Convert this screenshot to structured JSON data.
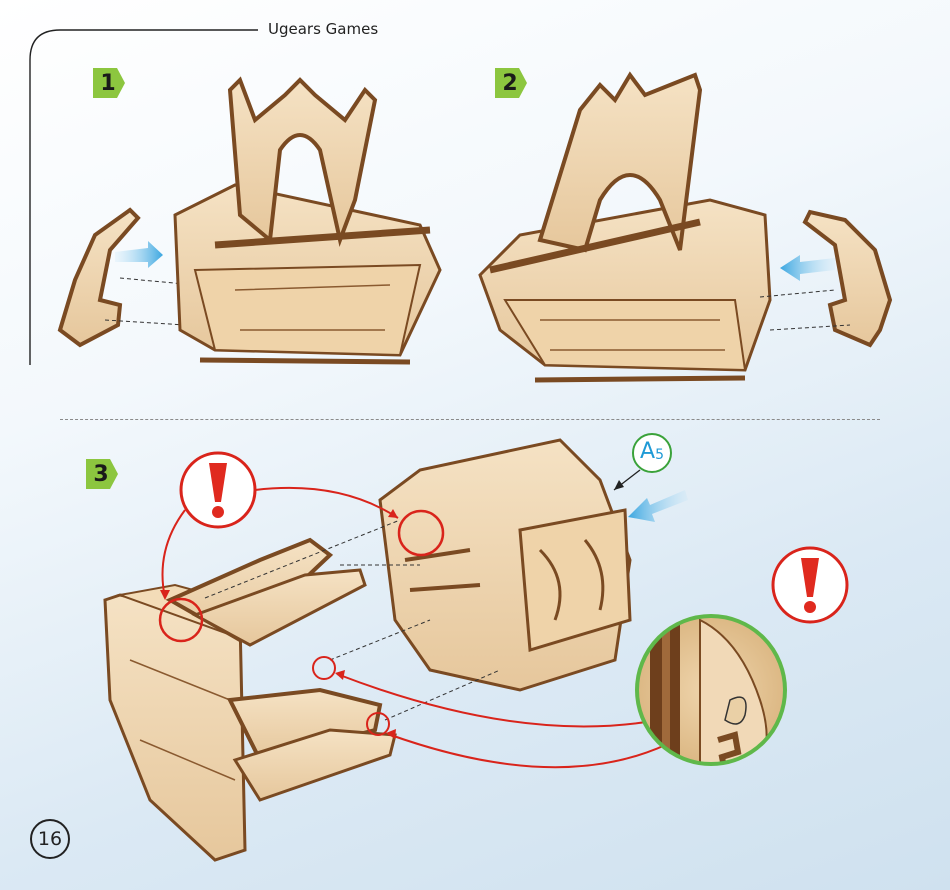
{
  "header": {
    "title": "Ugears Games"
  },
  "steps": [
    {
      "label": "1"
    },
    {
      "label": "2"
    },
    {
      "label": "3"
    }
  ],
  "callout": {
    "part_letter": "A",
    "part_number": "5"
  },
  "footer": {
    "page_number": "16"
  },
  "colors": {
    "badge_green": "#8cc63f",
    "alert_red": "#d9241b",
    "arrow_blue": "#3aa6e0",
    "wood_light": "#f1d9b7",
    "wood_dark": "#7a4a22",
    "zoom_ring_green": "#5fb84a"
  },
  "icons": [
    "warning-exclamation-icon",
    "insert-arrow-icon"
  ]
}
